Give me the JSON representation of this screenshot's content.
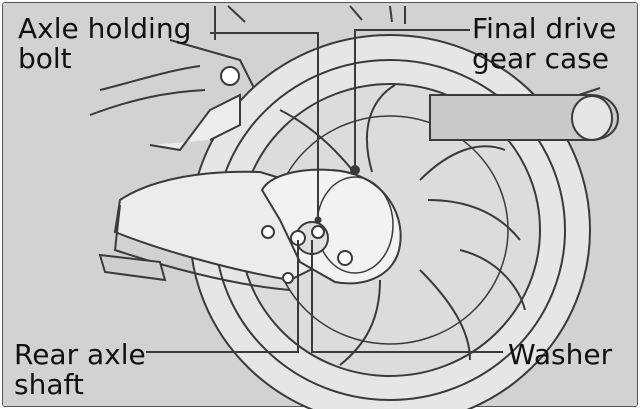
{
  "labels": {
    "axle_holding_bolt": [
      "Axle holding",
      "bolt"
    ],
    "final_drive_gear_case": [
      "Final drive",
      "gear case"
    ],
    "rear_axle_shaft": [
      "Rear axle",
      "shaft"
    ],
    "washer": [
      "Washer"
    ]
  },
  "colors": {
    "background": "#d2d2d2",
    "line": "#3a3a3a",
    "part_light": "#ececec",
    "part_mid": "#bfbfbf"
  }
}
